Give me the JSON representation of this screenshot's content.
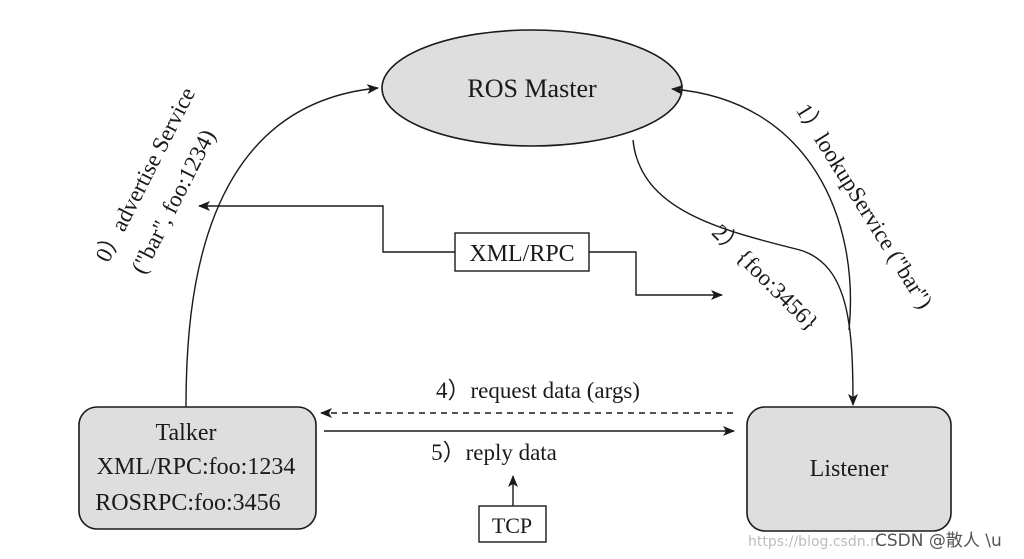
{
  "nodes": {
    "master": {
      "label": "ROS Master"
    },
    "talker": {
      "title": "Talker",
      "line1": "XML/RPC:foo:1234",
      "line2": "ROSRPC:foo:3456"
    },
    "listener": {
      "label": "Listener"
    }
  },
  "edges": {
    "advertise": {
      "line1": "0）advertise Service",
      "line2": "(\"bar\", foo:1234)"
    },
    "lookup": {
      "label": "1）lookupService (\"bar\")"
    },
    "response": {
      "label": "2）{foo:3456}"
    },
    "request": {
      "label": "4）request data (args)"
    },
    "reply": {
      "label": "5）reply data"
    }
  },
  "boxes": {
    "xmlrpc": "XML/RPC",
    "tcp": "TCP"
  },
  "watermark": {
    "brand": "CSDN @散人 \\u",
    "url": "https://blog.csdn.n"
  },
  "colors": {
    "node_fill": "#dedede",
    "stroke": "#1a1a1a"
  }
}
